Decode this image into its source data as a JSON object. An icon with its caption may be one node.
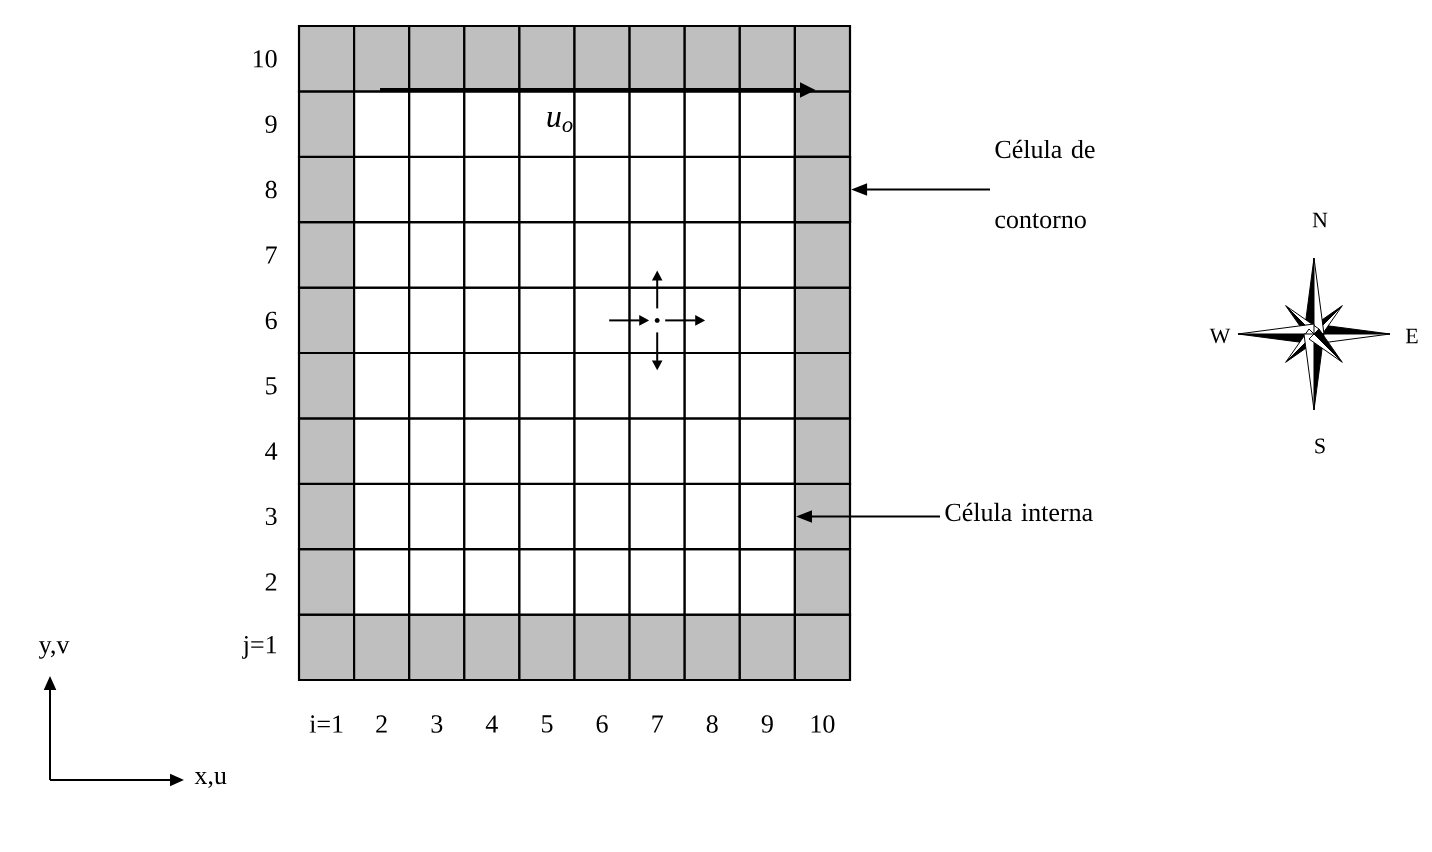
{
  "diagram": {
    "nodes": [
      {
        "text": [
          "Célula de contorno"
        ]
      },
      {
        "text": [],
        "shape": "box"
      },
      {
        "text": [
          "Célula interna"
        ]
      },
      {
        "text": [],
        "shape": "box"
      }
    ],
    "edges": [
      {
        "from": 0,
        "to": 1,
        "arrow": "to"
      },
      {
        "from": 2,
        "to": 3,
        "arrow": "to"
      }
    ],
    "labels": [
      "10",
      "9",
      "8",
      "7",
      "6",
      "5",
      "4",
      "3",
      "2",
      "j=1",
      "i=1",
      "2",
      "3",
      "4",
      "5",
      "6",
      "7",
      "8",
      "9",
      "10",
      "u$_{o}$",
      "N",
      "W",
      "E",
      "S",
      "y,v",
      "x,u"
    ]
  }
}
